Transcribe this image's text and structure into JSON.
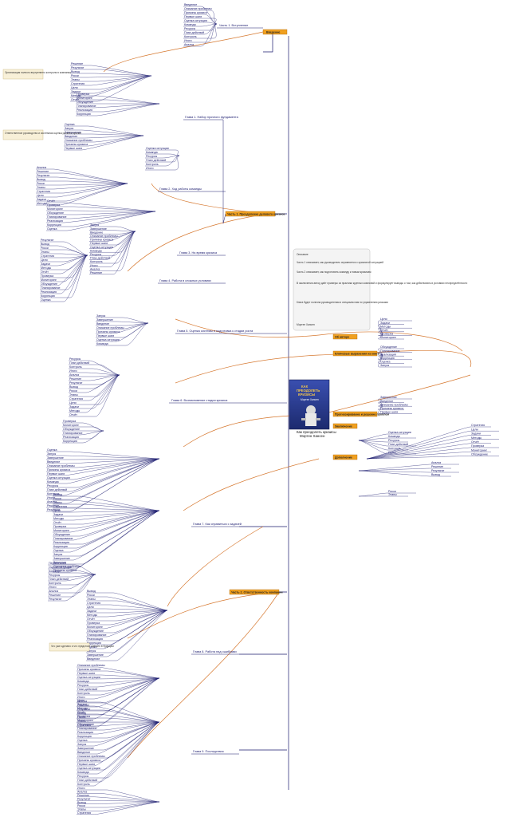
{
  "root": {
    "title": "Как преодолеть кризисы",
    "author": "Мортен Хансен",
    "book_cover": {
      "title_lines": [
        "КАК",
        "ПРЕОДОЛЕТЬ",
        "КРИЗИСЫ"
      ],
      "author": "Мортен Хансен"
    }
  },
  "main_branches": [
    {
      "id": "intro",
      "label": "Введение"
    },
    {
      "id": "part1",
      "label": "Часть 1. Преодоление делового кризиса"
    },
    {
      "id": "authors",
      "label": "Об авторе"
    },
    {
      "id": "key",
      "label": "Ключевые выражения из книги"
    },
    {
      "id": "pd",
      "label": "Прогнозирование и решение проблем"
    },
    {
      "id": "concl",
      "label": "Заключение"
    },
    {
      "id": "extra",
      "label": "Дополнение"
    },
    {
      "id": "part2",
      "label": "Часть 2. Ответственность компании"
    }
  ],
  "sub_branches": [
    {
      "label": "Часть 1. Вступление"
    },
    {
      "label": "Глава 1. Набор прочного фундамента"
    },
    {
      "label": "Глава 2. Ход работы команды"
    },
    {
      "label": "Глава 3. На время кризиса"
    },
    {
      "label": "Глава 4. Работа в сложных условиях"
    },
    {
      "label": "Глава 5. Оценка системы и подготовка к стадии роста"
    },
    {
      "label": "Глава 6. Возникновение стадии кризиса"
    },
    {
      "label": "Глава 7. Как справиться с задачей"
    },
    {
      "label": "Глава 8. Работа над ошибками"
    },
    {
      "label": "Глава 9. Последствия"
    }
  ],
  "notes": [
    {
      "text": "Организация полного внутреннего контроля в компании"
    },
    {
      "text": "Ответственное руководство и системная оценка рисков в кризис"
    },
    {
      "text": "Что уже сделано и что предстоит сделать в будущем"
    }
  ],
  "note_panel": {
    "heading": "Описание",
    "paragraphs": [
      "Часть 1 описывает, как руководитель справляется с кризисной ситуацией",
      "Часть 2 описывает, как подготовить команду к новым кризисам",
      "В заключении автор даёт примеры из практики крупных компаний и формулирует выводы о том, как действовать в условиях неопределённости",
      "Книга будет полезна руководителям и специалистам по управлению рисками",
      "Мортен Хансен"
    ]
  },
  "leaf_text": [
    "Введение",
    "Описание проблемы",
    "Причины кризиса",
    "Первые шаги",
    "Оценка ситуации",
    "Команда",
    "Ресурсы",
    "План действий",
    "Контроль",
    "Итоги",
    "Анализ",
    "Решение",
    "Результат",
    "Вывод",
    "Риски",
    "Этапы",
    "Стратегия",
    "Цели",
    "Задачи",
    "Методы",
    "Отчёт",
    "Проверка",
    "Мониторинг",
    "Обсуждение",
    "Планирование",
    "Реализация",
    "Коррекция",
    "Оценка",
    "Запуск",
    "Завершение"
  ]
}
